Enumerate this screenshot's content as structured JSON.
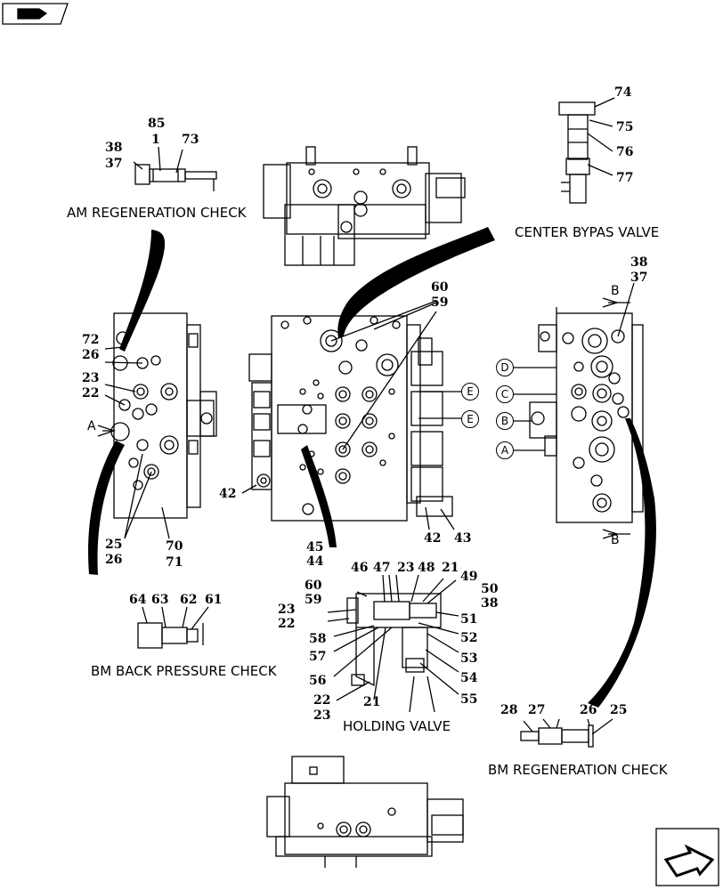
{
  "captions": {
    "am_regen": "AM REGENERATION CHECK",
    "center_bypass": "CENTER BYPAS VALVE",
    "bm_back": "BM BACK PRESSURE CHECK",
    "holding": "HOLDING VALVE",
    "bm_regen": "BM REGENERATION CHECK"
  },
  "labels": {
    "n85": "85",
    "n1": "1",
    "n73": "73",
    "n38a": "38",
    "n37a": "37",
    "n74": "74",
    "n75": "75",
    "n76": "76",
    "n77": "77",
    "n60a": "60",
    "n59a": "59",
    "n38b": "38",
    "n37b": "37",
    "n72": "72",
    "n26a": "26",
    "n23a": "23",
    "n22a": "22",
    "n25a": "25",
    "n26b": "26",
    "n70": "70",
    "n71": "71",
    "n42a": "42",
    "n42b": "42",
    "n43": "43",
    "n45": "45",
    "n44": "44",
    "n46": "46",
    "n47": "47",
    "n23b": "23",
    "n48": "48",
    "n21a": "21",
    "n49": "49",
    "n50": "50",
    "n38c": "38",
    "n60b": "60",
    "n59b": "59",
    "n23c": "23",
    "n22b": "22",
    "n51": "51",
    "n52": "52",
    "n58": "58",
    "n57": "57",
    "n53": "53",
    "n56": "56",
    "n54": "54",
    "n22c": "22",
    "n23d": "23",
    "n21b": "21",
    "n55": "55",
    "n64": "64",
    "n63": "63",
    "n62": "62",
    "n61": "61",
    "n28": "28",
    "n27": "27",
    "n26c": "26",
    "n25b": "25"
  },
  "ports": {
    "e1": "E",
    "e2": "E",
    "d": "D",
    "c": "C",
    "b": "B",
    "a": "A"
  },
  "section_letters": {
    "a": "A",
    "b_top": "B",
    "b_bottom": "B"
  }
}
